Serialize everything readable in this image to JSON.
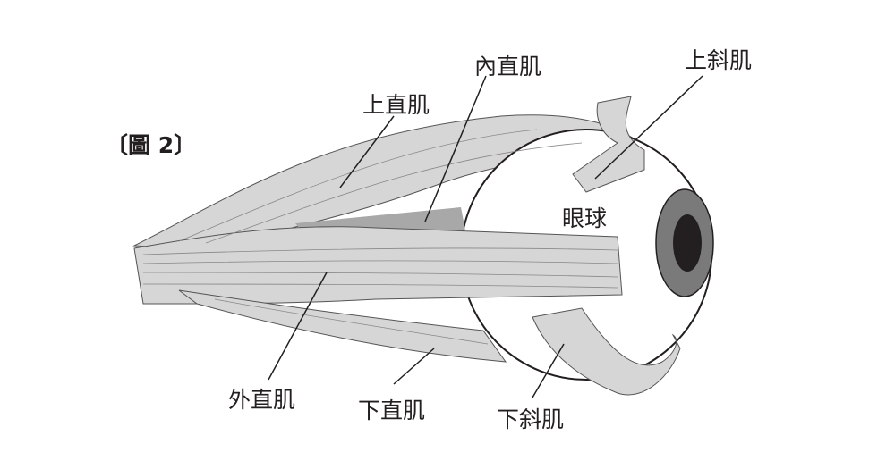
{
  "figure_label": "〔圖 2〕",
  "labels": {
    "medial_rectus": "內直肌",
    "superior_oblique": "上斜肌",
    "superior_rectus": "上直肌",
    "eyeball": "眼球",
    "lateral_rectus": "外直肌",
    "inferior_rectus": "下直肌",
    "inferior_oblique": "下斜肌"
  },
  "colors": {
    "muscle": "#d6d6d6",
    "muscle_dark": "#a8a8a8",
    "iris": "#7a7a7a",
    "pupil": "#231f20",
    "line": "#231f20"
  }
}
